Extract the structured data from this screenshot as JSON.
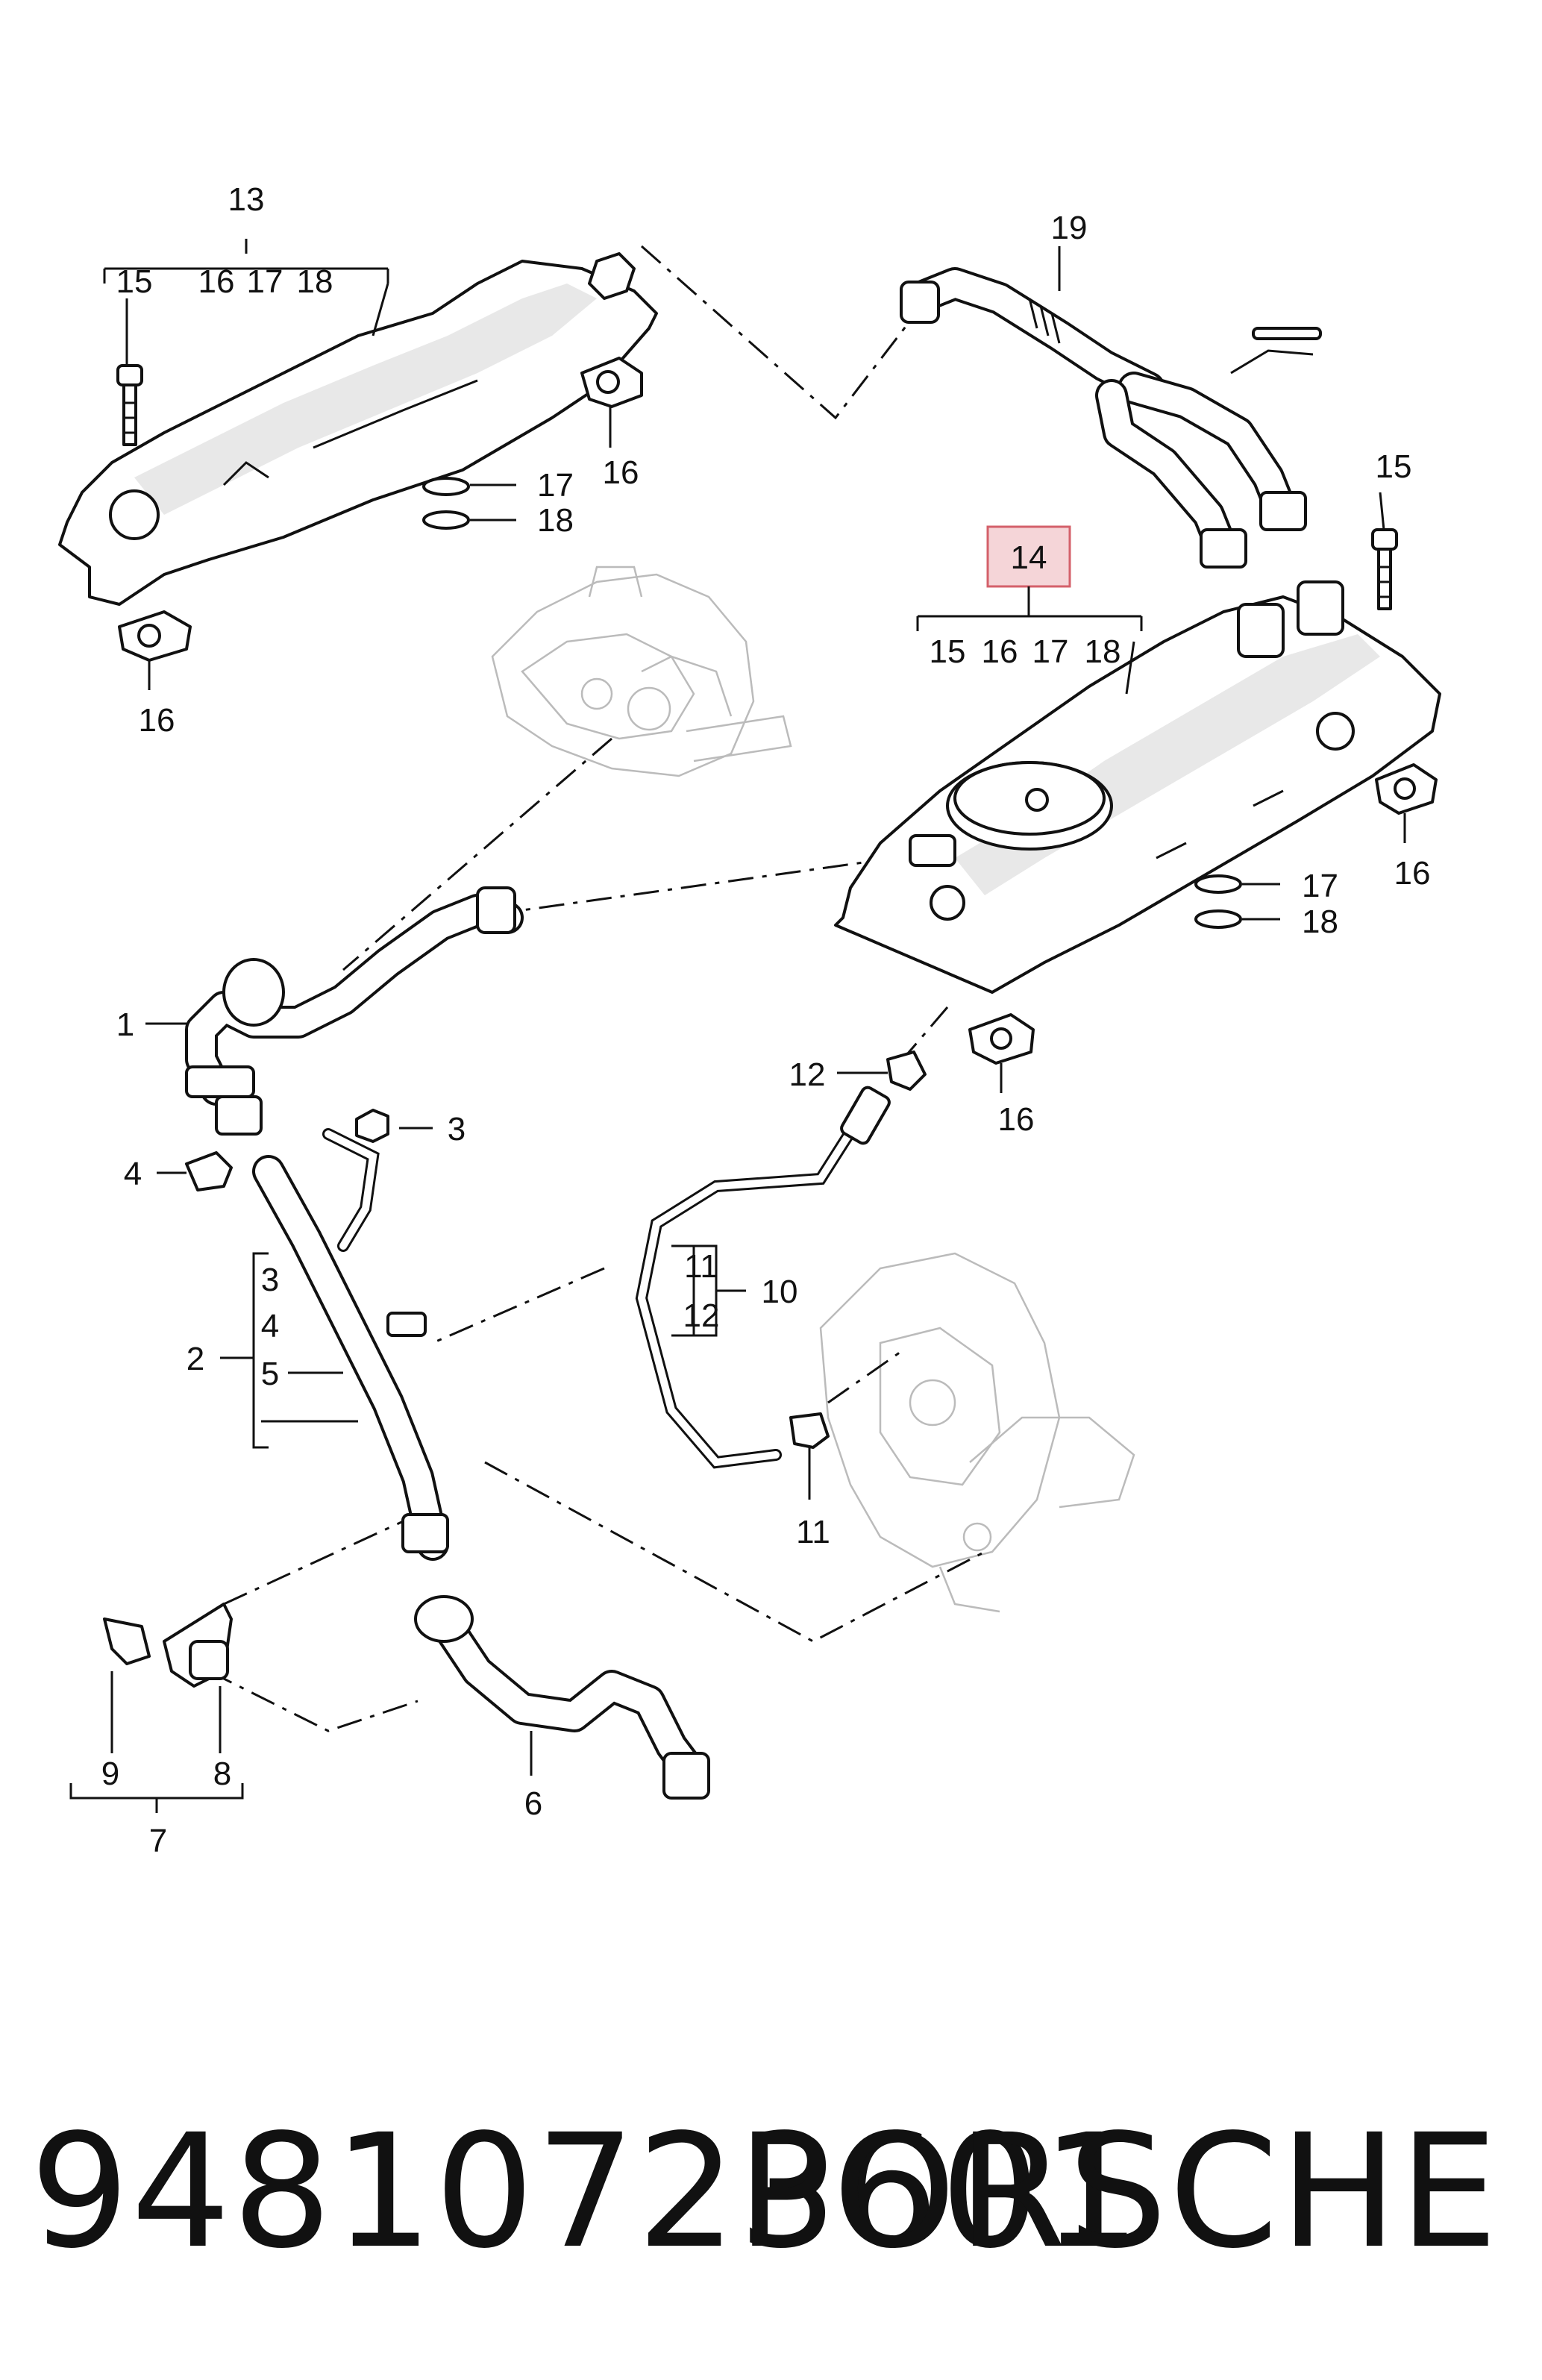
{
  "diagram": {
    "highlight_color": "#f5d5d8",
    "highlight_border": "#d4606a",
    "labels": {
      "l13": "13",
      "l13_15": "15",
      "l13_16": "16",
      "l13_17": "17",
      "l13_18": "18",
      "l15_top": "15",
      "l17_top": "17",
      "l18_top": "18",
      "l16_top": "16",
      "l16_topleft": "16",
      "l19": "19",
      "l15_right": "15",
      "l14": "14",
      "l14_15": "15",
      "l14_16": "16",
      "l14_17": "17",
      "l14_18": "18",
      "l16_right": "16",
      "l17_right": "17",
      "l18_right": "18",
      "l1": "1",
      "l3_top": "3",
      "l4": "4",
      "l12": "12",
      "l16_mid": "16",
      "l2": "2",
      "l2_3": "3",
      "l2_4": "4",
      "l2_5": "5",
      "l11_top": "11",
      "l12_box": "12",
      "l10": "10",
      "l11_bottom": "11",
      "l9": "9",
      "l8": "8",
      "l7": "7",
      "l6": "6"
    }
  },
  "footer": {
    "part_number": "94810723601",
    "brand": "PORSCHE"
  }
}
